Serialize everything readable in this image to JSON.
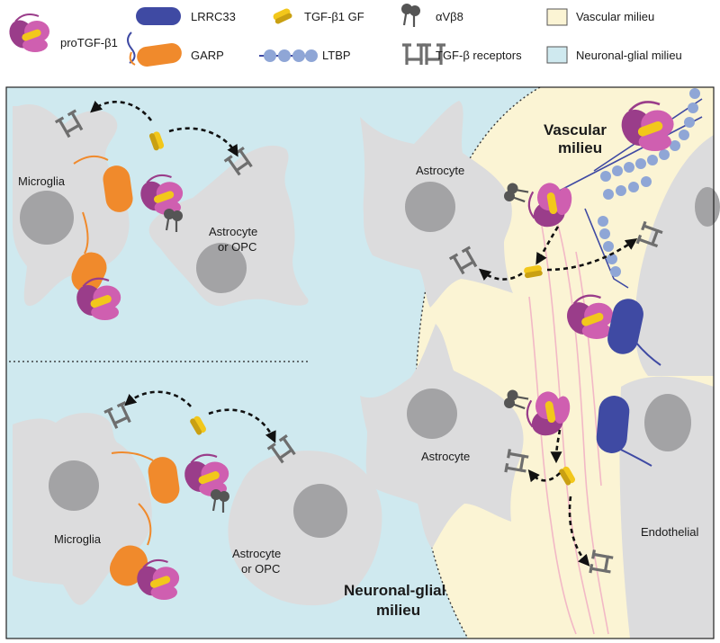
{
  "legend": {
    "protgf": "proTGF-β1",
    "lrrc33": "LRRC33",
    "garp": "GARP",
    "tgfgf": "TGF-β1 GF",
    "ltbp": "LTBP",
    "integrin": "αVβ8",
    "receptors": "TGF-β receptors",
    "vascular": "Vascular milieu",
    "neuronal": "Neuronal-glial milieu"
  },
  "labels": {
    "microglia_top": "Microglia",
    "astro_opc_top_1": "Astrocyte",
    "astro_opc_top_2": "or OPC",
    "microglia_bottom": "Microglia",
    "astro_opc_bottom_1": "Astrocyte",
    "astro_opc_bottom_2": "or OPC",
    "astrocyte_upper": "Astrocyte",
    "astrocyte_lower": "Astrocyte",
    "endothelial": "Endothelial",
    "vascular_milieu_1": "Vascular",
    "vascular_milieu_2": "milieu",
    "neuronal_milieu_1": "Neuronal-glial",
    "neuronal_milieu_2": "milieu"
  },
  "colors": {
    "neuronal_bg": "#cfe9ef",
    "vascular_bg": "#fbf4d4",
    "cell": "#dcdcdd",
    "nucleus": "#a3a3a5",
    "garp": "#f08a2c",
    "lrrc33": "#3f4aa3",
    "tgf_gf": "#f2c71b",
    "protgf_dark": "#9a3d8a",
    "protgf_light": "#cf5fb0",
    "ltbp": "#8fa6d6",
    "integrin": "#555555",
    "receptor": "#707070"
  },
  "icons": [
    "protgf-complex-icon",
    "lrrc33-icon",
    "garp-icon",
    "tgf-gf-icon",
    "ltbp-icon",
    "integrin-icon",
    "receptor-icon",
    "vascular-swatch-icon",
    "neuronal-swatch-icon"
  ]
}
